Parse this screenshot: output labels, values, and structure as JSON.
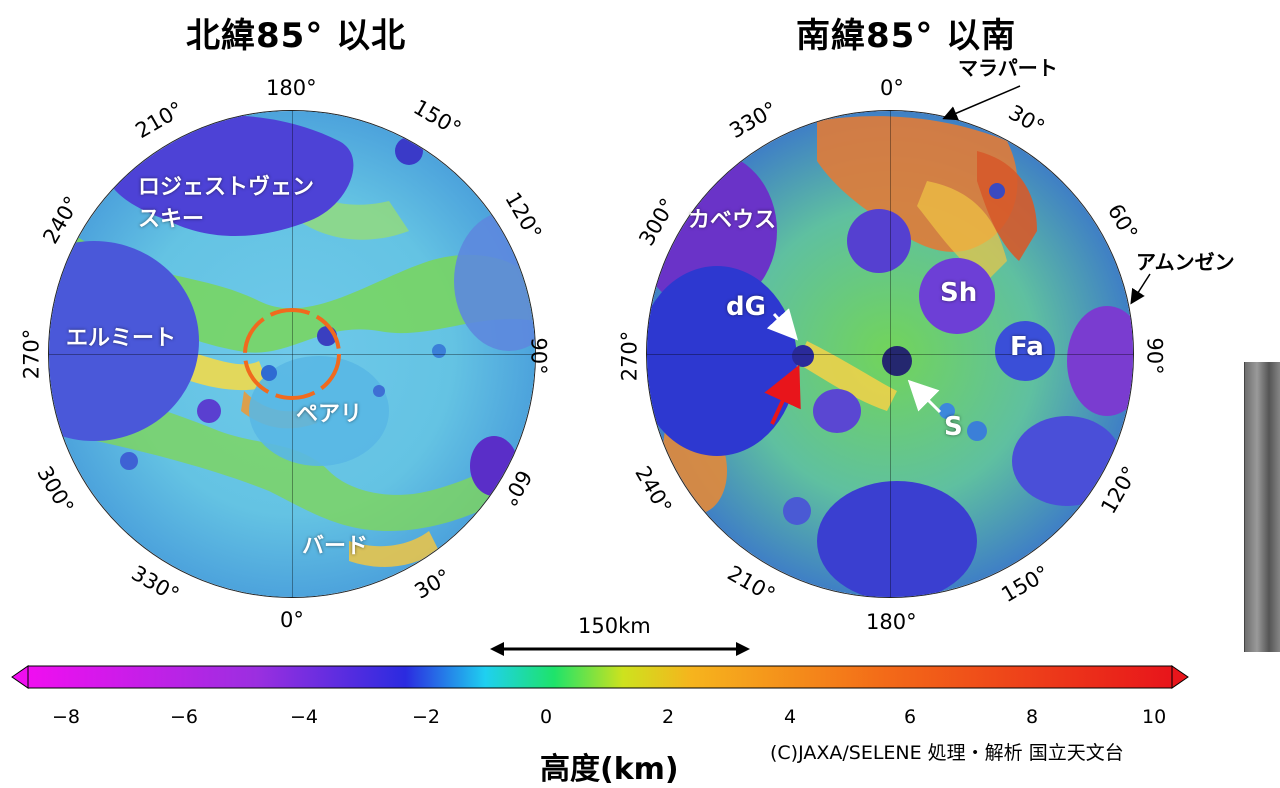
{
  "north": {
    "title": "北緯85° 以北",
    "degrees": {
      "top": "180°",
      "top_right": "150°",
      "right_upper": "120°",
      "right": "90°",
      "right_lower": "60°",
      "bottom_right": "30°",
      "bottom": "0°",
      "bottom_left": "330°",
      "left_lower": "300°",
      "left": "270°",
      "left_upper": "240°",
      "top_left": "210°"
    },
    "labels": {
      "rozhdestvensky": "ロジェストヴェン\nスキー",
      "hermite": "エルミート",
      "peary": "ペアリ",
      "byrd": "バード"
    }
  },
  "south": {
    "title": "南緯85° 以南",
    "degrees": {
      "top": "0°",
      "top_right": "30°",
      "right_upper": "60°",
      "right": "90°",
      "right_lower": "120°",
      "bottom_right": "150°",
      "bottom": "180°",
      "bottom_left": "210°",
      "left_lower": "240°",
      "left": "270°",
      "left_upper": "300°",
      "top_left": "330°"
    },
    "labels": {
      "malapert": "マラパート",
      "amundsen": "アムンゼン",
      "cabeus": "カベウス",
      "dG": "dG",
      "Sh": "Sh",
      "Fa": "Fa",
      "S": "S"
    }
  },
  "scale": {
    "label": "150km"
  },
  "colorbar": {
    "ticks": [
      "−8",
      "−6",
      "−4",
      "−2",
      "0",
      "2",
      "4",
      "6",
      "8",
      "10"
    ],
    "title": "高度(km)"
  },
  "credit": "(C)JAXA/SELENE 処理・解析 国立天文台",
  "colors": {
    "accent_ring": "#f06a1e",
    "arrow_red": "#e8151b"
  }
}
